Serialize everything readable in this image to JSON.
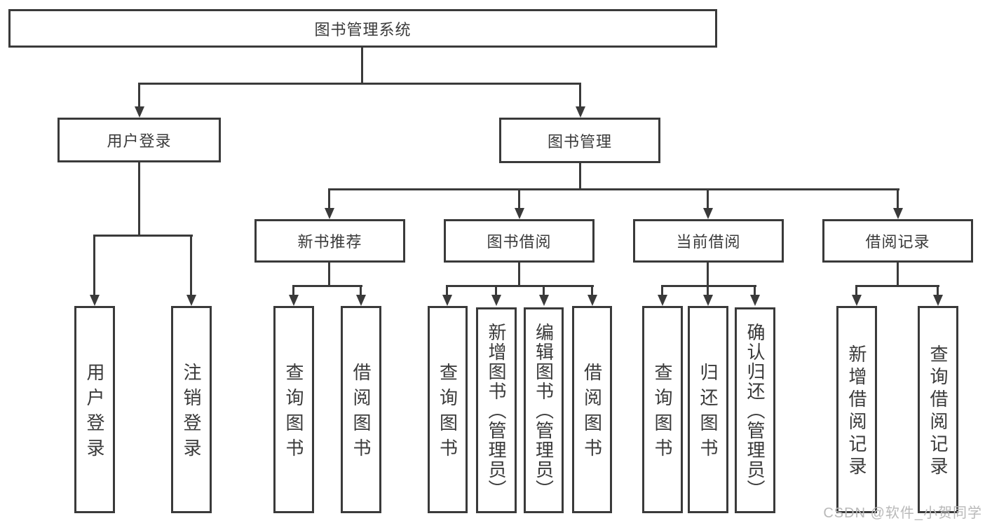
{
  "tree": {
    "root": "图书管理系统",
    "branches": [
      {
        "label": "用户登录",
        "children": [
          {
            "label": "用户登录"
          },
          {
            "label": "注销登录"
          }
        ]
      },
      {
        "label": "图书管理",
        "children": [
          {
            "label": "新书推荐",
            "children": [
              {
                "label": "查询图书"
              },
              {
                "label": "借阅图书"
              }
            ]
          },
          {
            "label": "图书借阅",
            "children": [
              {
                "label": "查询图书"
              },
              {
                "label": "新增图书（管理员）"
              },
              {
                "label": "编辑图书（管理员）"
              },
              {
                "label": "借阅图书"
              }
            ]
          },
          {
            "label": "当前借阅",
            "children": [
              {
                "label": "查询图书"
              },
              {
                "label": "归还图书"
              },
              {
                "label": "确认归还（管理员）"
              }
            ]
          },
          {
            "label": "借阅记录",
            "children": [
              {
                "label": "新增借阅记录"
              },
              {
                "label": "查询借阅记录"
              }
            ]
          }
        ]
      }
    ]
  },
  "watermark": "CSDN @软件_小贺同学",
  "colors": {
    "line": "#3a3a3a",
    "text": "#3a3a3a",
    "watermark": "#b9b9b9",
    "background": "#ffffff"
  }
}
